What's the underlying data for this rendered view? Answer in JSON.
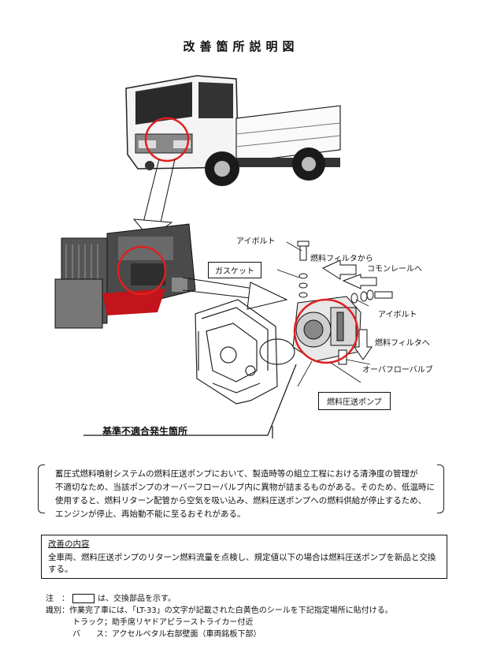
{
  "title": "改善箇所説明図",
  "labels": {
    "eyebolt_top": "アイボルト",
    "from_filter": "燃料フィルタから",
    "gasket": "ガスケット",
    "to_common_rail": "コモンレールへ",
    "eyebolt_right": "アイボルト",
    "to_filter": "燃料フィルタへ",
    "overflow_valve": "オーバフローバルブ",
    "pump": "燃料圧送ポンプ",
    "defect_location": "基準不適合発生箇所"
  },
  "cause": {
    "lines": [
      "蓄圧式燃料噴射システムの燃料圧送ポンプにおいて、製造時等の組立工程における清浄度の管理が",
      "不適切なため、当該ポンプのオーバーフローバルブ内に異物が詰まるものがある。そのため、低温時に",
      "使用すると、燃料リターン配管から空気を吸い込み、燃料圧送ポンプへの燃料供給が停止するため、",
      "エンジンが停止、再始動不能に至るおそれがある。"
    ]
  },
  "fix": {
    "heading": "改善の内容",
    "lines": [
      "全車両、燃料圧送ポンプのリターン燃料流量を点検し、規定値以下の場合は燃料圧送ポンプを新品と交換",
      "する。"
    ]
  },
  "notes": {
    "note_label": "注",
    "note_text": "は、交換部品を示す。",
    "id_label": "識別：",
    "id_text": "作業完了車には、「LT-33」の文字が記載された白黄色のシールを下記指定場所に貼付ける。",
    "truck": "トラック；助手席リヤドアピラーストライカー付近",
    "bus": "バ　　ス：アクセルペタル右部壁面（車両銘板下部）"
  }
}
